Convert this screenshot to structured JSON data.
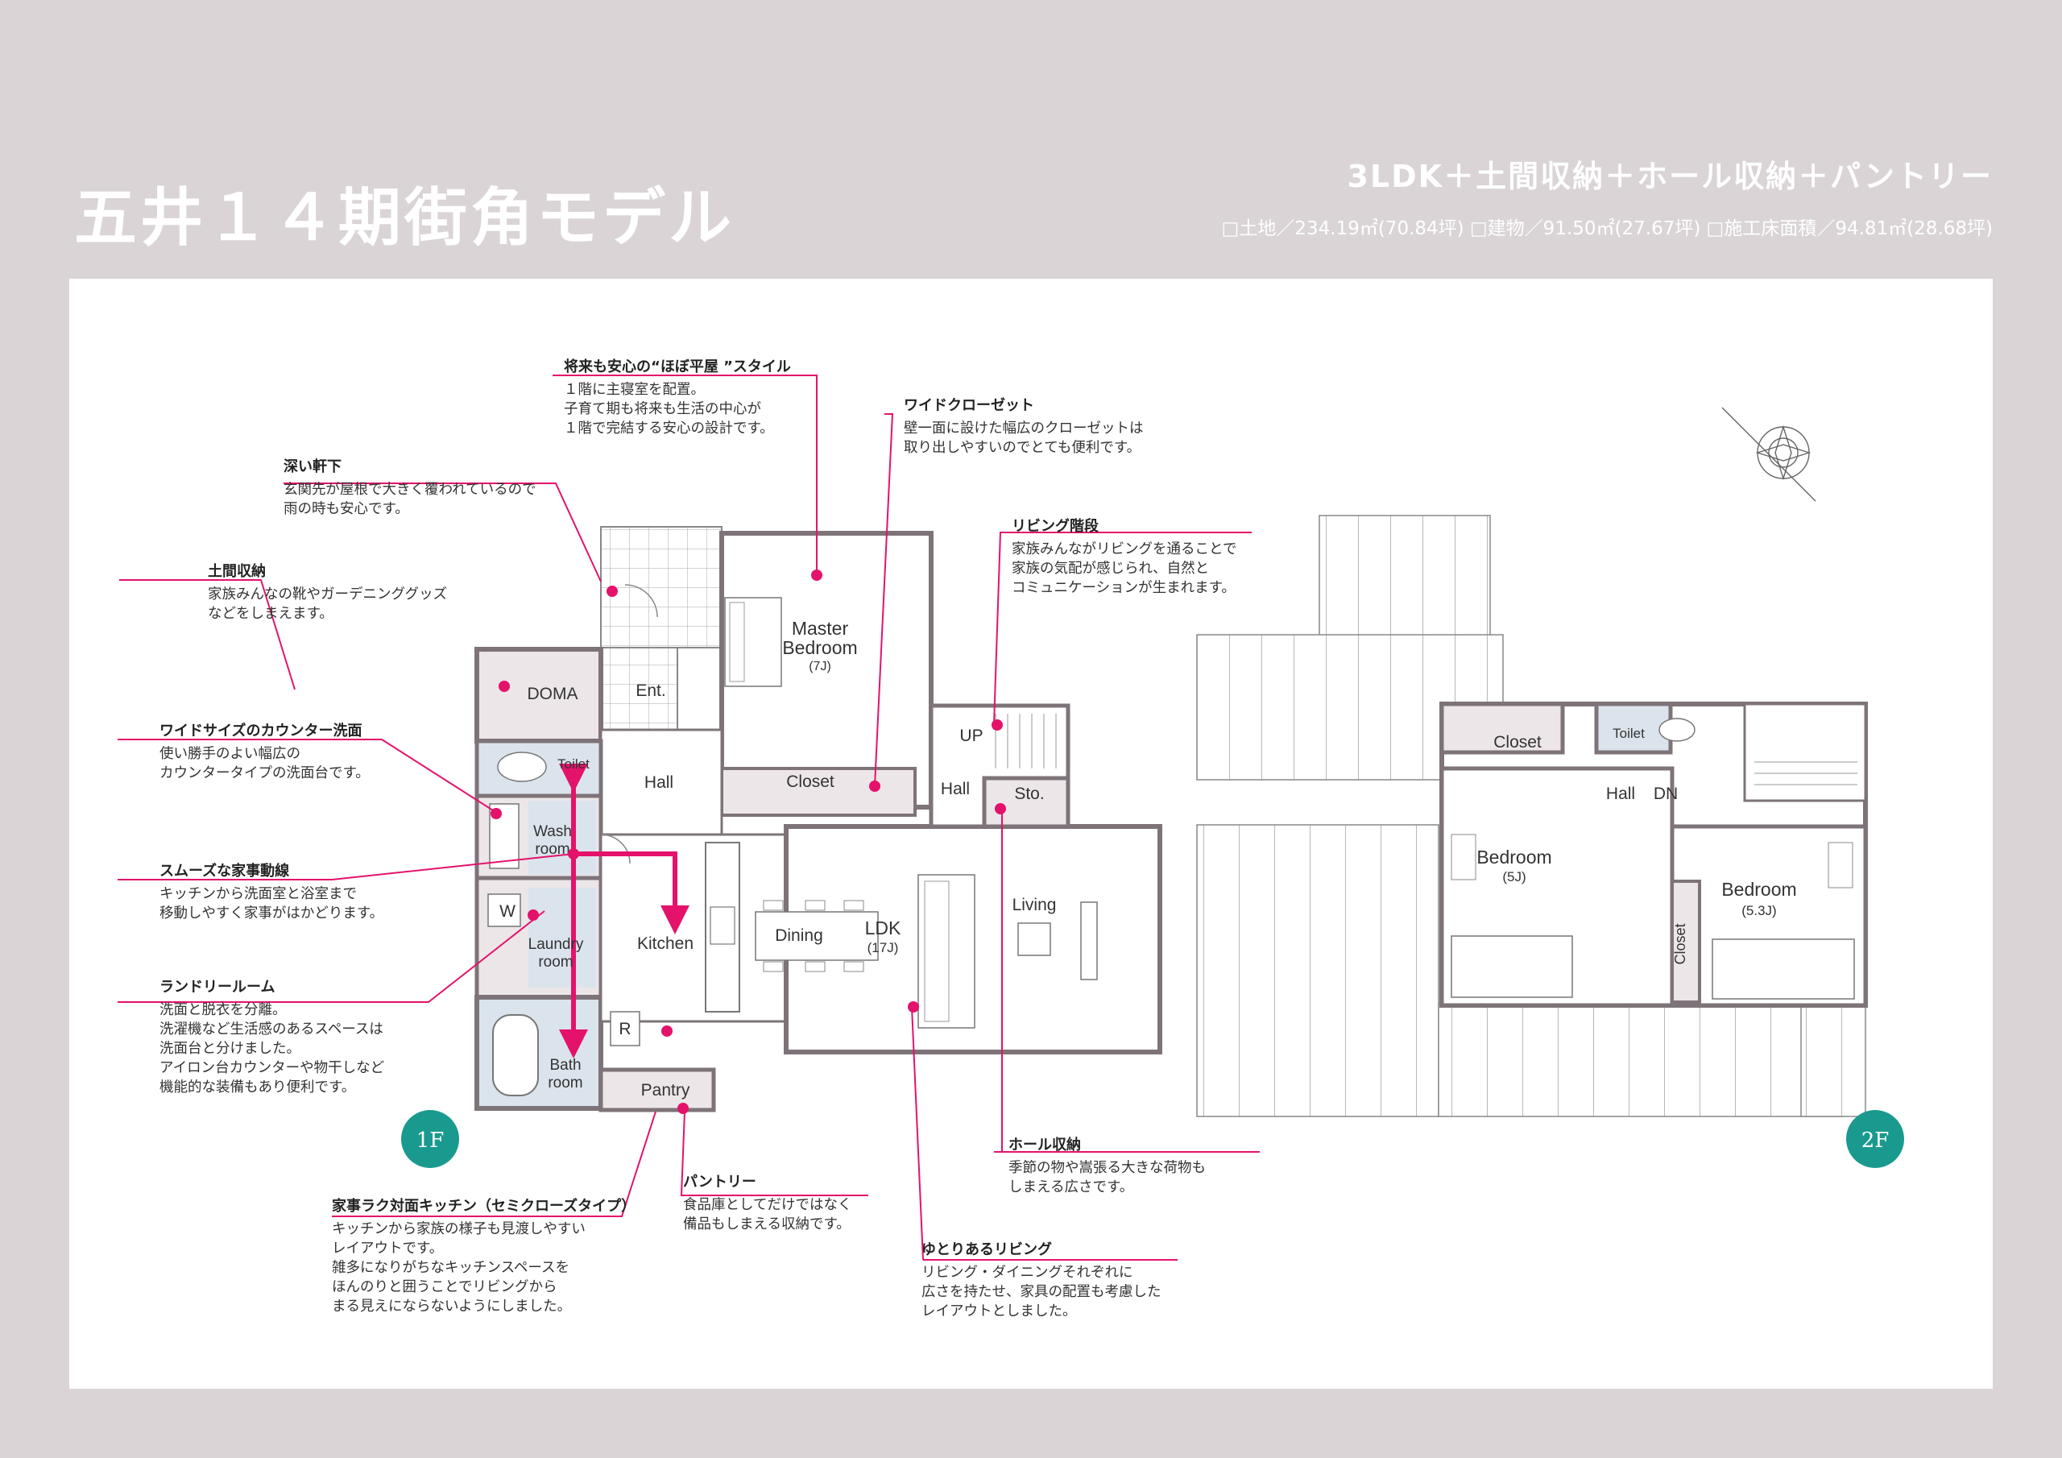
{
  "header": {
    "title": "五井１４期街角モデル",
    "subtitle": "3LDK＋土間収納＋ホール収納＋パントリー",
    "specs": "□土地／234.19㎡(70.84坪) □建物／91.50㎡(27.67坪) □施工床面積／94.81㎡(28.68坪)"
  },
  "colors": {
    "background": "#dad4d6",
    "accent": "#e4126b",
    "floor_badge": "#1a9a8e",
    "wall": "#7d7378"
  },
  "notes": [
    {
      "id": "hiraya",
      "title": "将来も安心の“ほぼ平屋 ”スタイル",
      "body": "１階に主寝室を配置。\n子育て期も将来も生活の中心が\n１階で完結する安心の設計です。"
    },
    {
      "id": "closet",
      "title": "ワイドクローゼット",
      "body": "壁一面に設けた幅広のクローゼットは\n取り出しやすいのでとても便利です。"
    },
    {
      "id": "eaves",
      "title": "深い軒下",
      "body": "玄関先が屋根で大きく覆われているので\n雨の時も安心です。"
    },
    {
      "id": "doma",
      "title": "土間収納",
      "body": "家族みんなの靴やガーデニンググッズ\nなどをしまえます。"
    },
    {
      "id": "stairs",
      "title": "リビング階段",
      "body": "家族みんながリビングを通ることで\n家族の気配が感じられ、自然と\nコミュニケーションが生まれます。"
    },
    {
      "id": "sink",
      "title": "ワイドサイズのカウンター洗面",
      "body": "使い勝手のよい幅広の\nカウンタータイプの洗面台です。"
    },
    {
      "id": "flow",
      "title": "スムーズな家事動線",
      "body": "キッチンから洗面室と浴室まで\n移動しやすく家事がはかどります。"
    },
    {
      "id": "laundry",
      "title": "ランドリールーム",
      "body": "洗面と脱衣を分離。\n洗濯機など生活感のあるスペースは\n洗面台と分けました。\nアイロン台カウンターや物干しなど\n機能的な装備もあり便利です。"
    },
    {
      "id": "hall_storage",
      "title": "ホール収納",
      "body": "季節の物や嵩張る大きな荷物も\nしまえる広さです。"
    },
    {
      "id": "kitchen",
      "title": "家事ラク対面キッチン（セミクローズタイプ）",
      "body": "キッチンから家族の様子も見渡しやすい\nレイアウトです。\n雑多になりがちなキッチンスペースを\nほんのりと囲うことでリビングから\nまる見えにならないようにしました。"
    },
    {
      "id": "pantry",
      "title": "パントリー",
      "body": "食品庫としてだけではなく\n備品もしまえる収納です。"
    },
    {
      "id": "living",
      "title": "ゆとりあるリビング",
      "body": "リビング・ダイニングそれぞれに\n広さを持たせ、家具の配置も考慮した\nレイアウトとしました。"
    }
  ],
  "floor1": {
    "badge": "1F",
    "rooms": {
      "master": "Master",
      "master2": "Bedroom",
      "master_size": "(7J)",
      "doma": "DOMA",
      "ent": "Ent.",
      "toilet": "Toilet",
      "hall": "Hall",
      "closet": "Closet",
      "up": "UP",
      "hall2": "Hall",
      "sto": "Sto.",
      "wash": "Wash",
      "wash2": "room",
      "w": "W",
      "laundry": "Laundry",
      "laundry2": "room",
      "kitchen": "Kitchen",
      "dining": "Dining",
      "ldk": "LDK",
      "ldk_size": "(17J)",
      "living": "Living",
      "r": "R",
      "bath": "Bath",
      "bath2": "room",
      "pantry": "Pantry"
    }
  },
  "floor2": {
    "badge": "2F",
    "rooms": {
      "closet": "Closet",
      "toilet": "Toilet",
      "hall": "Hall",
      "dn": "DN",
      "bed1": "Bedroom",
      "bed1_size": "(5J)",
      "bed2": "Bedroom",
      "bed2_size": "(5.3J)",
      "closet2": "Closet"
    }
  }
}
